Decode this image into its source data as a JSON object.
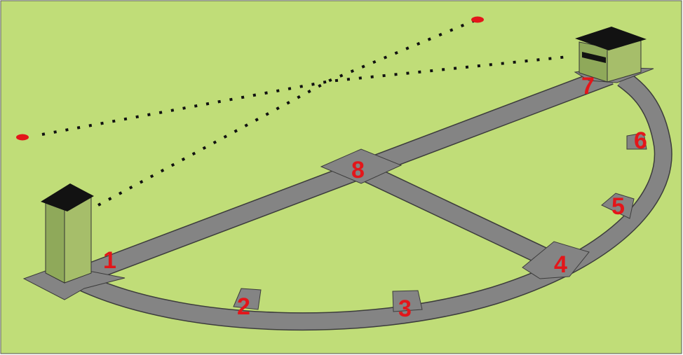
{
  "colors": {
    "field": "#c0dd78",
    "road": "#848484",
    "road_edge": "#3c3c3c",
    "number": "#e3161a",
    "marker": "#e3161a",
    "sightline": "#111111",
    "building_wall": "#a6be6a",
    "building_wall_dark": "#8fa95a",
    "building_roof": "#121212"
  },
  "stations": [
    {
      "id": "1",
      "label": "1"
    },
    {
      "id": "2",
      "label": "2"
    },
    {
      "id": "3",
      "label": "3"
    },
    {
      "id": "4",
      "label": "4"
    },
    {
      "id": "5",
      "label": "5"
    },
    {
      "id": "6",
      "label": "6"
    },
    {
      "id": "7",
      "label": "7"
    },
    {
      "id": "8",
      "label": "8"
    }
  ]
}
